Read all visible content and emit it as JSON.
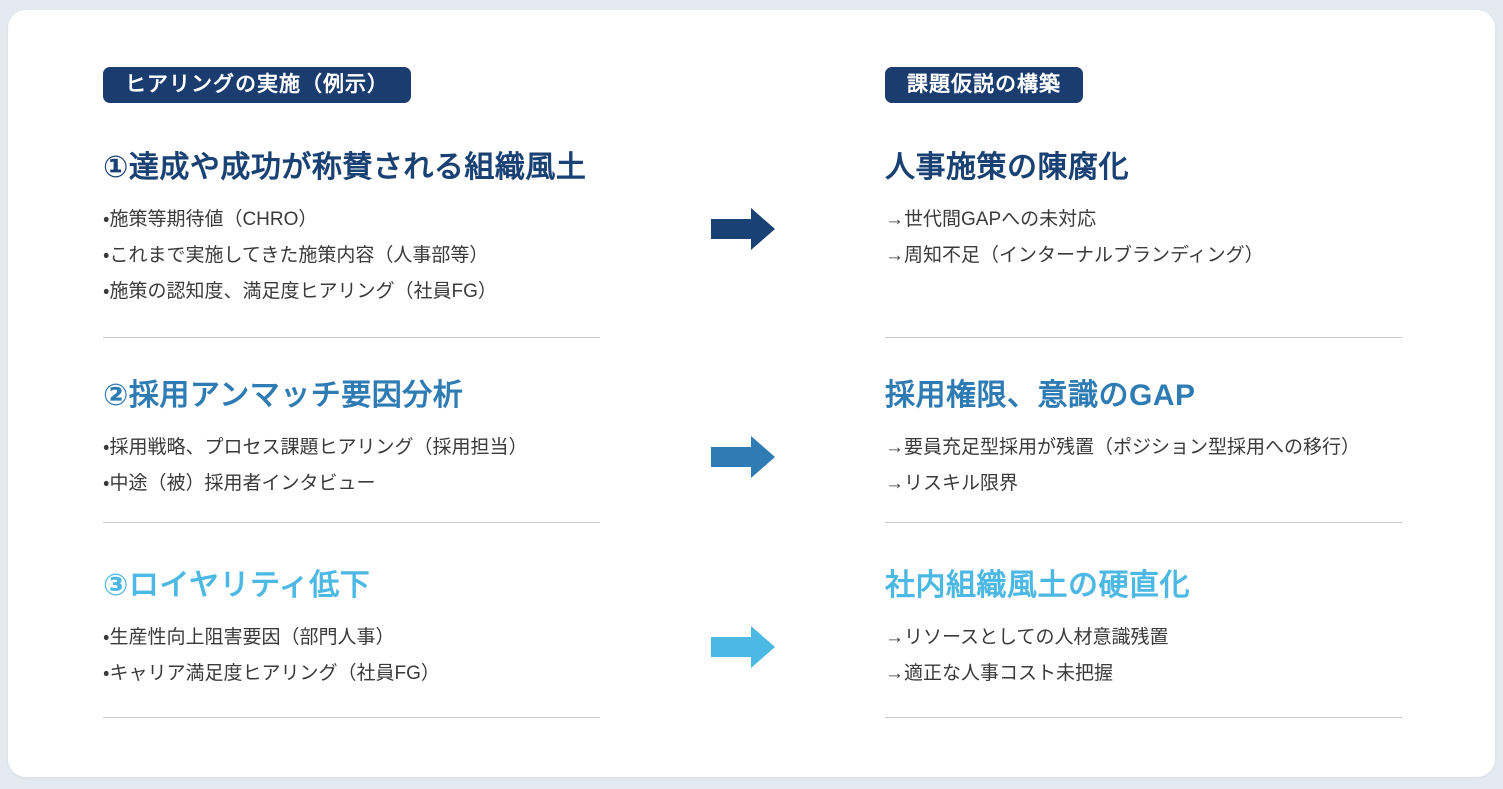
{
  "theme": {
    "page_bg": "#e4eaf1",
    "card_bg": "#ffffff",
    "badge_bg": "#1a3c6e",
    "divider_color": "#c9c9c9",
    "body_text_color": "#3a3a3a",
    "accent_dark_navy": "#1a4173",
    "accent_medium_blue": "#2e7cb3",
    "accent_light_blue": "#4cb8e4"
  },
  "left_column": {
    "badge": "ヒアリングの実施（例示）",
    "sections": [
      {
        "heading": "①達成や成功が称賛される組織風土",
        "color": "#1a4173",
        "items": [
          "・施策等期待値（CHRO）",
          "・これまで実施してきた施策内容（人事部等）",
          "・施策の認知度、満足度ヒアリング（社員FG）"
        ]
      },
      {
        "heading": "②採用アンマッチ要因分析",
        "color": "#2e7cb3",
        "items": [
          "・採用戦略、プロセス課題ヒアリング（採用担当）",
          "・中途（被）採用者インタビュー"
        ]
      },
      {
        "heading": "③ロイヤリティ低下",
        "color": "#4cb8e4",
        "items": [
          "・生産性向上阻害要因（部門人事）",
          "・キャリア満足度ヒアリング（社員FG）"
        ]
      }
    ]
  },
  "right_column": {
    "badge": "課題仮説の構築",
    "sections": [
      {
        "heading": "人事施策の陳腐化",
        "color": "#1a4173",
        "items": [
          "→世代間GAPへの未対応",
          "→周知不足（インターナルブランディング）"
        ]
      },
      {
        "heading": "採用権限、意識のGAP",
        "color": "#2e7cb3",
        "items": [
          "→要員充足型採用が残置（ポジション型採用への移行）",
          "→リスキル限界"
        ]
      },
      {
        "heading": "社内組織風土の硬直化",
        "color": "#4cb8e4",
        "items": [
          "→リソースとしての人材意識残置",
          "→適正な人事コスト未把握"
        ]
      }
    ]
  },
  "arrows": [
    {
      "name": "arrow-row-1",
      "color": "#1a4173"
    },
    {
      "name": "arrow-row-2",
      "color": "#2e7cb3"
    },
    {
      "name": "arrow-row-3",
      "color": "#4cb8e4"
    }
  ]
}
